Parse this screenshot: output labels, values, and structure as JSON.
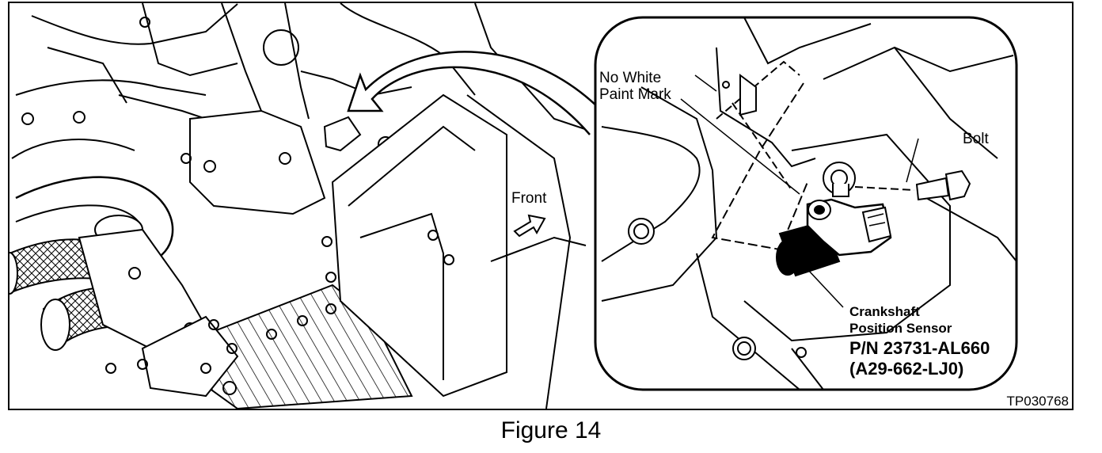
{
  "callouts": {
    "no_white_paint": [
      "No White",
      "Paint Mark"
    ],
    "bolt": "Bolt",
    "front": "Front",
    "sensor_name": [
      "Crankshaft",
      "Position Sensor"
    ],
    "part_number": "P/N 23731-AL660",
    "alt_number": "(A29-662-LJ0)"
  },
  "figure_code": "TP030768",
  "caption": "Figure 14"
}
